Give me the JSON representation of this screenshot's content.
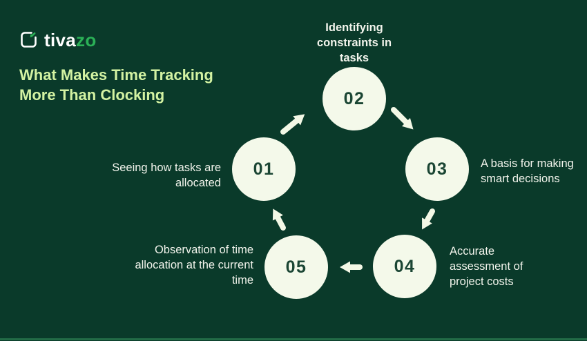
{
  "logo": {
    "text_primary": "tiva",
    "text_accent": "zo",
    "icon": "clock-in-frame-icon"
  },
  "title": "What Makes Time Tracking More Than Clocking",
  "steps": [
    {
      "number": "01",
      "label": "Seeing how tasks are allocated",
      "position": "left"
    },
    {
      "number": "02",
      "label": "Identifying constraints in tasks",
      "position": "top"
    },
    {
      "number": "03",
      "label": "A basis for making smart decisions",
      "position": "right"
    },
    {
      "number": "04",
      "label": "Accurate assessment of project costs",
      "position": "bottom-right"
    },
    {
      "number": "05",
      "label": "Observation of time allocation at the current time",
      "position": "bottom-left"
    }
  ],
  "cycle": {
    "direction": "clockwise",
    "arrows": [
      "01→02",
      "02→03",
      "03→04",
      "04→05",
      "05→01"
    ]
  },
  "colors": {
    "background": "#0a3a2a",
    "circle_fill": "#f4f9ea",
    "circle_number": "#1b4634",
    "title": "#d3f2a2",
    "logo_accent": "#2bb157",
    "label_text": "#f2f4ec",
    "arrow": "#f3f8e6",
    "footer_line": "#226b46"
  }
}
